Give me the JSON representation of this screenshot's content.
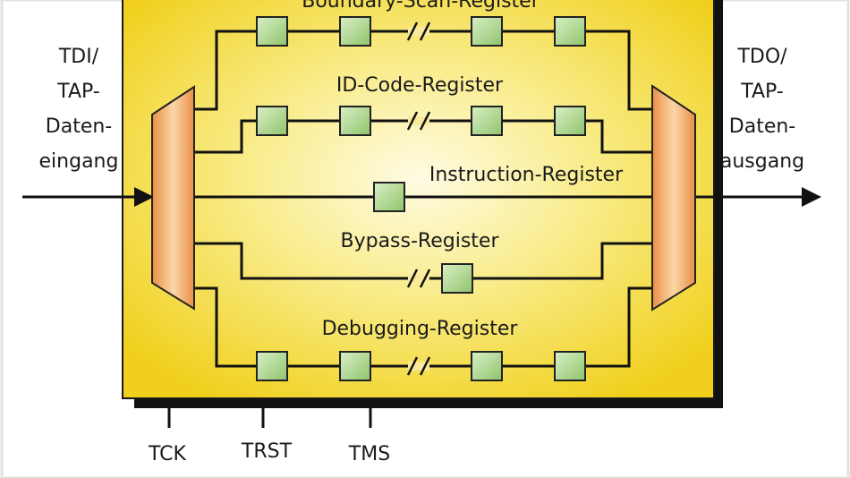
{
  "input_label": [
    "TDI/",
    "TAP-",
    "Daten-",
    "eingang"
  ],
  "output_label": [
    "TDO/",
    "TAP-",
    "Daten-",
    "ausgang"
  ],
  "registers": [
    {
      "name": "Boundary-Scan-Register"
    },
    {
      "name": "ID-Code-Register"
    },
    {
      "name": "Instruction-Register"
    },
    {
      "name": "Bypass-Register"
    },
    {
      "name": "Debugging-Register"
    }
  ],
  "control_pins": [
    "TCK",
    "TRST",
    "TMS"
  ],
  "colors": {
    "chip_gradient_center": "#fdf7cf",
    "chip_gradient_edge": "#f1d21a",
    "cell_fill": "#b6dd9a",
    "mux_fill": "#f2a86a",
    "wire": "#111111"
  }
}
